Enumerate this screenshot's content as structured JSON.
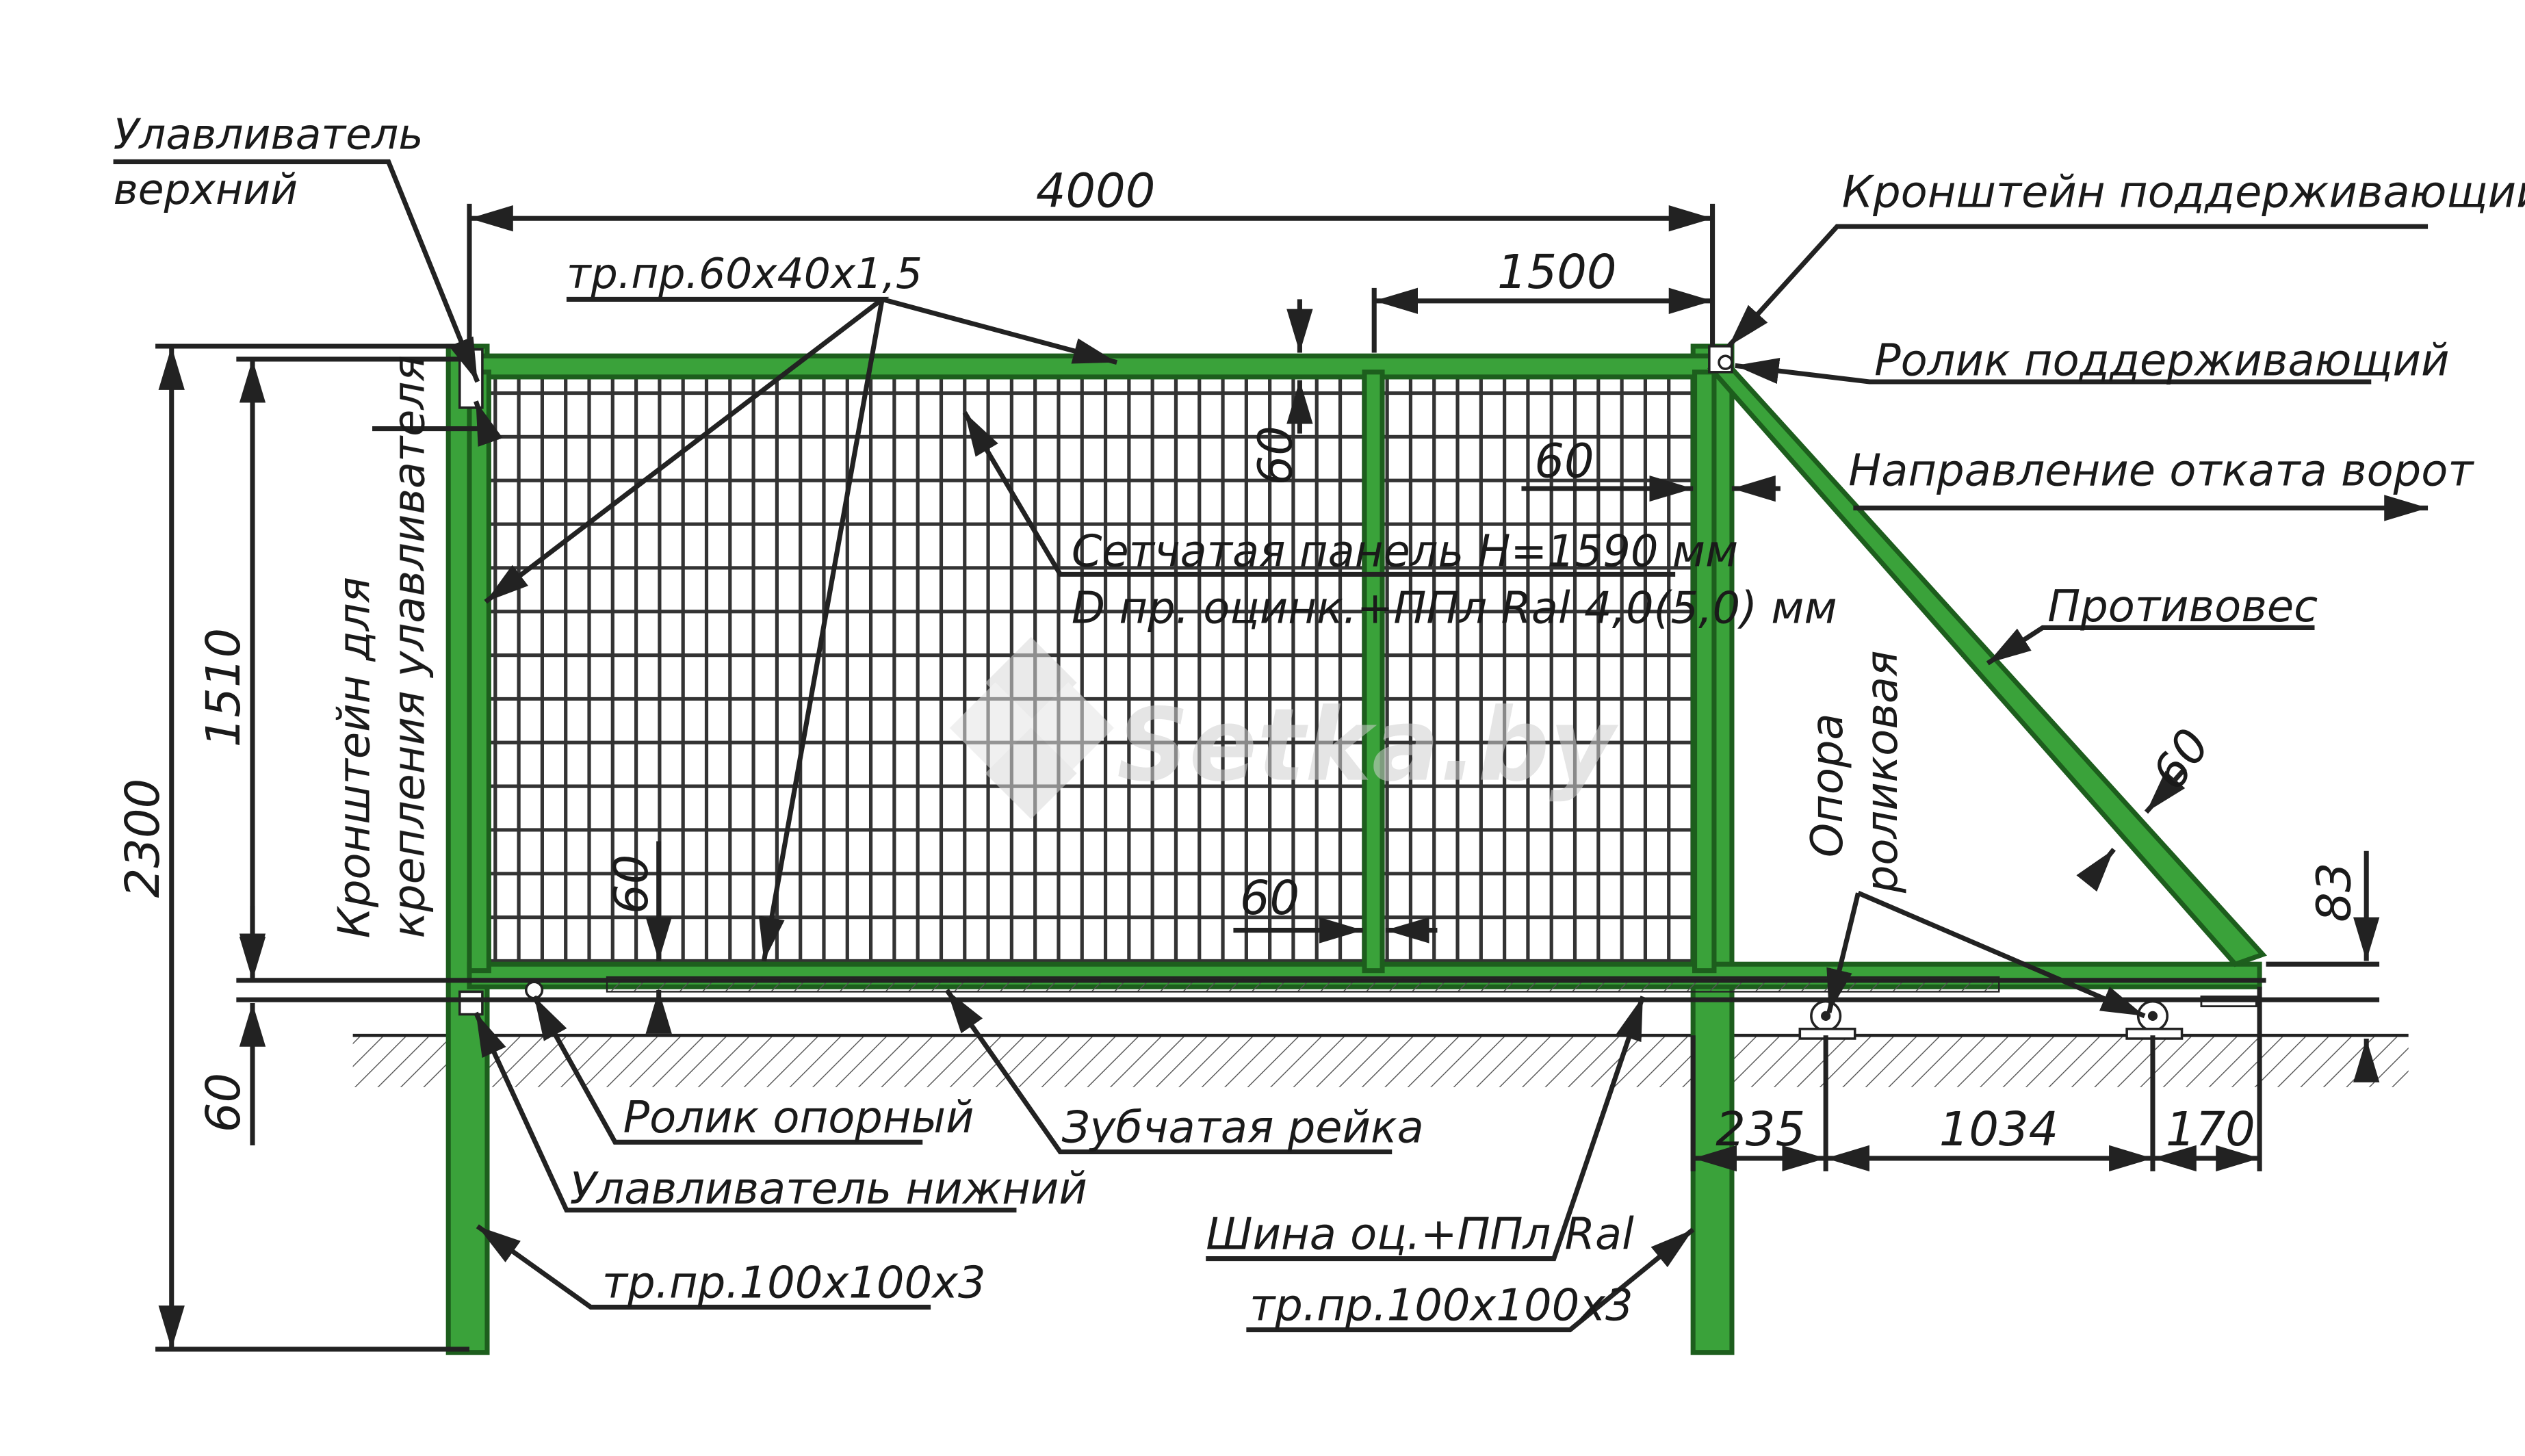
{
  "labels": {
    "catcher_top_1": "Улавливатель",
    "catcher_top_2": "верхний",
    "frame_profile": "тр.пр.60х40х1,5",
    "support_bracket": "Кронштейн поддерживающий",
    "support_roller": "Ролик поддерживающий",
    "roll_direction": "Направление отката ворот",
    "mesh_panel_1": "Сетчатая панель H=1590 мм",
    "mesh_panel_2": "D пр. оцинк.+ППл Ral 4,0(5,0) мм",
    "counterweight": "Противовес",
    "bracket_catcher_1": "Кронштейн для",
    "bracket_catcher_2": "крепления улавливателя",
    "roller_carriage_1": "Опора",
    "roller_carriage_2": "роликовая",
    "bearing_roller": "Ролик опорный",
    "catcher_bottom": "Улавливатель нижний",
    "gear_rack": "Зубчатая рейка",
    "rail": "Шина оц.+ППл Ral",
    "post_profile_left": "тр.пр.100х100х3",
    "post_profile_right": "тр.пр.100х100х3"
  },
  "dimensions": {
    "total_width": "4000",
    "section_width": "1500",
    "top_rail": "60",
    "mid_post": "60",
    "counterweight_bar": "60",
    "bottom_rail": "60",
    "bottom_mid": "60",
    "panel_height": "1510",
    "total_height": "2300",
    "ground_gap": "60",
    "rail_height": "83",
    "dim_235": "235",
    "dim_1034": "1034",
    "dim_170": "170"
  },
  "watermark": "Setka.by",
  "colors": {
    "frame_green": "#3aa23a",
    "frame_outline": "#1d5e1d",
    "line": "#222222"
  }
}
